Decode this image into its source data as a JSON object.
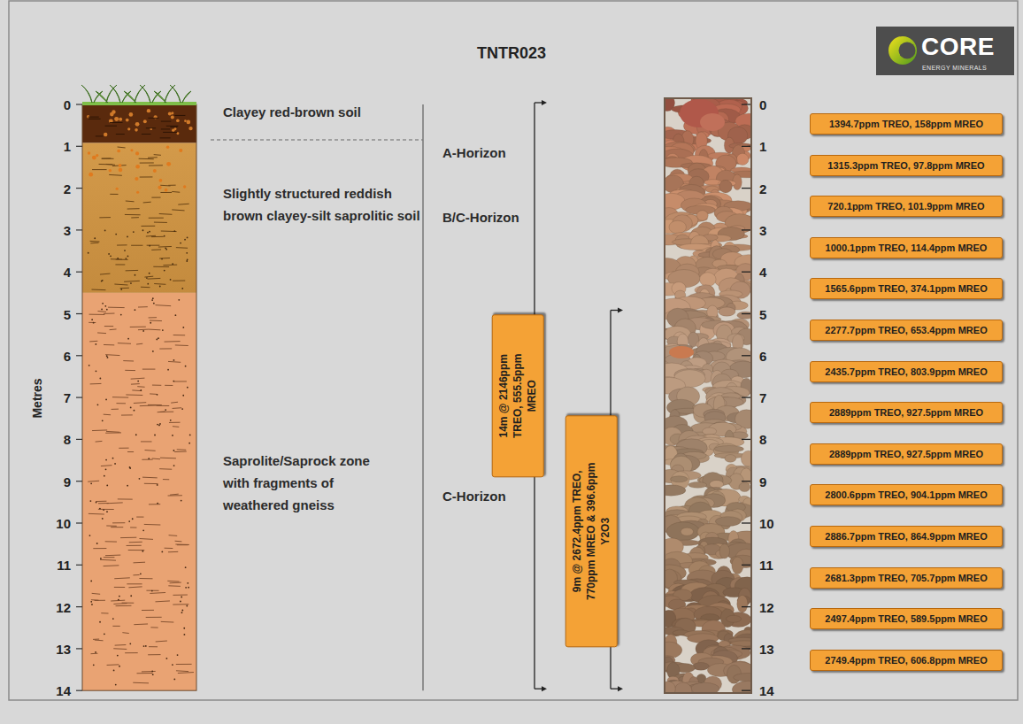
{
  "diagram": {
    "title": "TNTR023",
    "nodes": [
      {
        "text": [
          "14m @ 2146ppm TREO, 555.5ppm MREO"
        ]
      },
      {
        "text": [
          "9m @ 2672.4ppm TREO, 770ppm MREO & 396.6ppm Y2O3"
        ]
      },
      {
        "text": [
          "1394.7ppm TREO, 158ppm MREO"
        ]
      },
      {
        "text": [
          "1315.3ppm TREO, 97.8ppm MREO"
        ]
      },
      {
        "text": [
          "720.1ppm TREO, 101.9ppm MREO"
        ]
      },
      {
        "text": [
          "1000.1ppm TREO, 114.4ppm MREO"
        ]
      },
      {
        "text": [
          "1565.6ppm TREO, 374.1ppm MREO"
        ]
      },
      {
        "text": [
          "2277.7ppm TREO, 653.4ppm MREO"
        ]
      },
      {
        "text": [
          "2435.7ppm TREO, 803.9ppm MREO"
        ]
      },
      {
        "text": [
          "2889ppm TREO, 927.5ppm MREO"
        ]
      },
      {
        "text": [
          "2889ppm TREO, 927.5ppm MREO"
        ]
      },
      {
        "text": [
          "2800.6ppm TREO, 904.1ppm MREO"
        ]
      },
      {
        "text": [
          "2886.7ppm TREO, 864.9ppm MREO"
        ]
      },
      {
        "text": [
          "2681.3ppm TREO, 705.7ppm MREO"
        ]
      },
      {
        "text": [
          "2497.4ppm TREO, 589.5ppm MREO"
        ]
      },
      {
        "text": [
          "2749.4ppm TREO, 606.8ppm MREO"
        ]
      }
    ],
    "labels": [
      "CORE",
      "ENERGY MINERALS",
      "Metres",
      "0",
      "1",
      "2",
      "3",
      "4",
      "5",
      "6",
      "7",
      "8",
      "9",
      "10",
      "11",
      "12",
      "13",
      "14",
      "Clayey red-brown soil",
      "A-Horizon",
      "Slightly structured reddish brown clayey-silt saprolitic soil",
      "B/C-Horizon",
      "Saprolite/Saprock zone with fragments of weathered gneiss",
      "C-Horizon",
      "0",
      "1",
      "2",
      "3",
      "4",
      "5",
      "6",
      "7",
      "8",
      "9",
      "10",
      "11",
      "12",
      "13",
      "14"
    ]
  }
}
